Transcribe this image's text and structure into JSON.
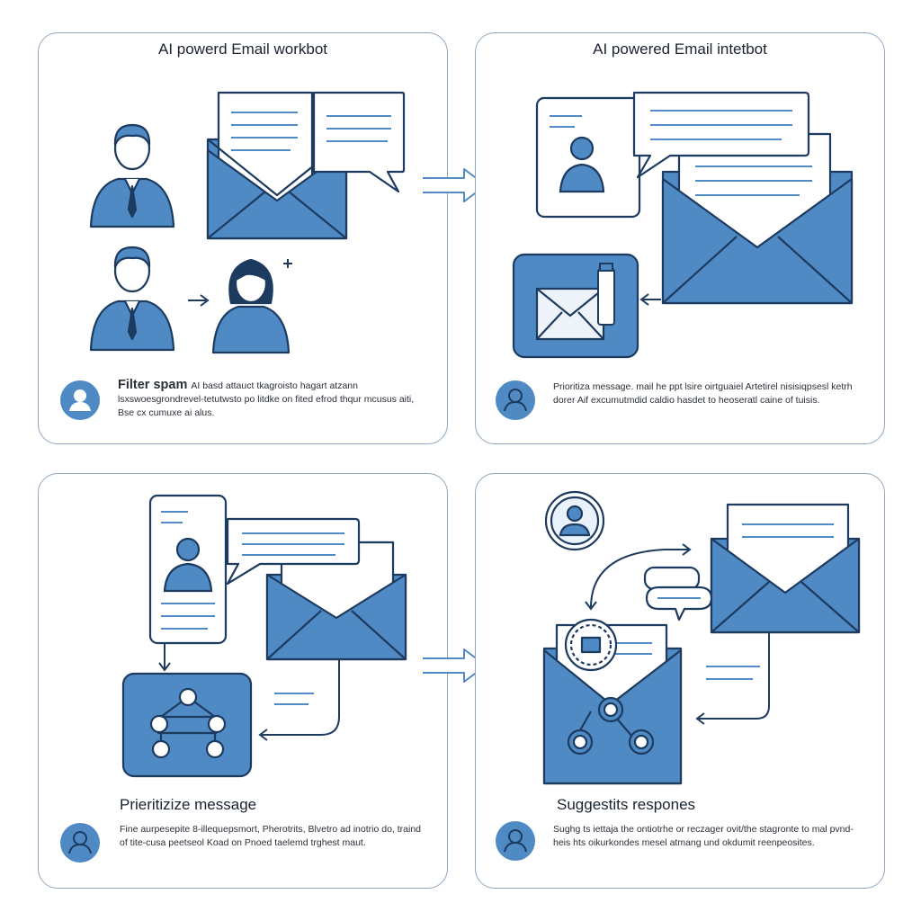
{
  "panels": [
    {
      "title": "AI powerd Email workbot",
      "heading": "Filter spam",
      "description": "AI basd attauct tkagroisto hagart atzann lsxswoesgrondrevel-tetutwsto po litdke on fited efrod thqur mcusus aiti, Bse cx cumuxe ai alus."
    },
    {
      "title": "AI powered Email intetbot",
      "heading": "",
      "description": "Prioritiza message. mail he ppt lsire oirtguaiel Artetirel nisisiqpsesl ketrh dorer Aif excumutmdid caldio hasdet to heoseratl caine of tuisis."
    },
    {
      "title": "",
      "heading": "Prieritizize message",
      "description": "Fine aurpesepite 8-illequepsmort, Pherotrits, Blvetro ad inotrio do, traind of tite-cusa peetseol Koad on Pnoed taelemd trghest maut."
    },
    {
      "title": "",
      "heading": "Suggestits respones",
      "description": "Sughg ts iettaja the ontiotrhe or reczager ovit/the stagronte to mal pvnd-heis hts oikurkondes mesel atmang und okdumit reenpeosites."
    }
  ],
  "colors": {
    "primary_blue": "#4f8ac5",
    "dark_navy": "#1d3a5f",
    "panel_border": "#8fa6be",
    "light_fill": "#e9f1fa"
  },
  "icons": [
    "person-icon",
    "email-envelope-icon",
    "chat-bubble-icon",
    "arrow-right-icon",
    "network-nodes-icon",
    "contact-card-icon",
    "pen-icon"
  ]
}
